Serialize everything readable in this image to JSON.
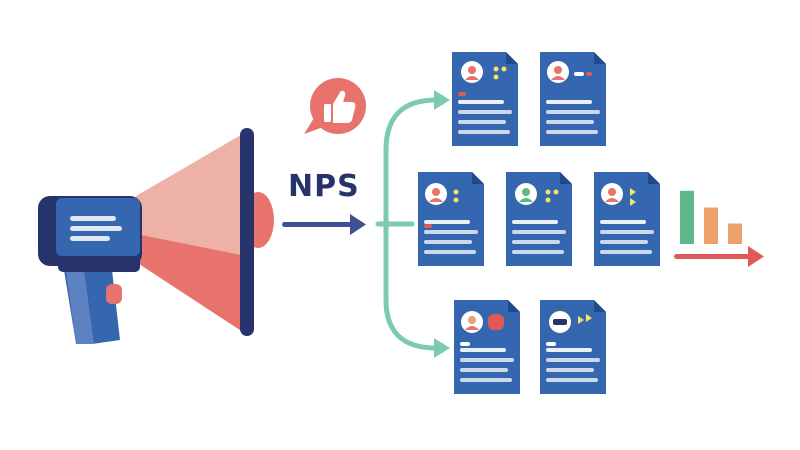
{
  "diagram": {
    "label": "NPS",
    "colors": {
      "navy": "#27336b",
      "blue": "#3566b0",
      "coral": "#e8736c",
      "cone_light": "#eeb1a7",
      "teal": "#7ccab0",
      "green": "#5cb889",
      "orange": "#eda26e",
      "yellow": "#f7e46a",
      "red": "#e05956"
    },
    "icons": {
      "megaphone": "megaphone-icon",
      "speech_bubble": "thumbs-up-speech-bubble-icon",
      "cards": "survey-response-card-icon",
      "chart": "bar-chart-icon"
    },
    "chart_bars": [
      {
        "color": "green",
        "level": 0.7
      },
      {
        "color": "orange",
        "level": 0.48
      },
      {
        "color": "orange",
        "level": 0.27
      }
    ]
  }
}
